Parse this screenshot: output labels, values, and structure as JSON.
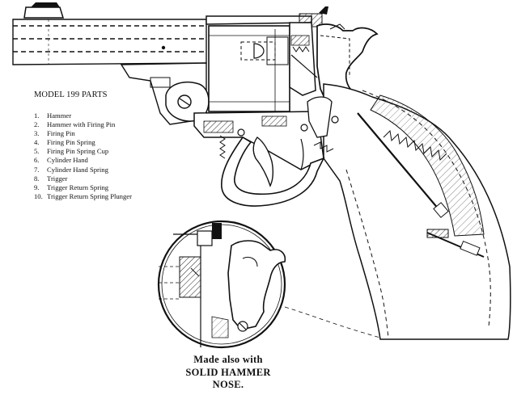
{
  "parts": {
    "title": "MODEL 199 PARTS",
    "items": [
      {
        "num": "1.",
        "name": "Hammer"
      },
      {
        "num": "2.",
        "name": "Hammer with Firing Pin"
      },
      {
        "num": "3.",
        "name": "Firing Pin"
      },
      {
        "num": "4.",
        "name": "Firing Pin Spring"
      },
      {
        "num": "5.",
        "name": "Firing Pin Spring Cup"
      },
      {
        "num": "6.",
        "name": "Cylinder Hand"
      },
      {
        "num": "7.",
        "name": "Cylinder Hand Spring"
      },
      {
        "num": "8.",
        "name": "Trigger"
      },
      {
        "num": "9.",
        "name": "Trigger Return Spring"
      },
      {
        "num": "10.",
        "name": "Trigger Return Spring Plunger"
      }
    ]
  },
  "caption": {
    "line1": "Made also with",
    "line2": "SOLID HAMMER",
    "line3": "NOSE."
  }
}
